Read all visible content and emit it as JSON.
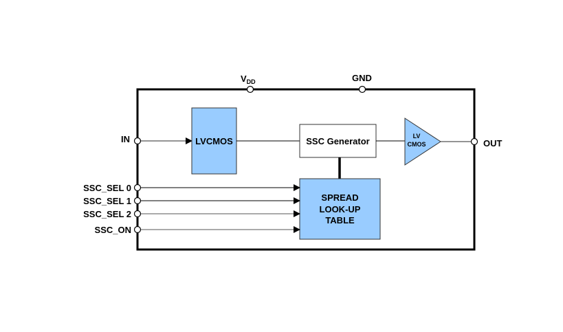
{
  "diagram": {
    "pins": {
      "vdd": {
        "main": "V",
        "sub": "DD"
      },
      "gnd": "GND",
      "in": "IN",
      "out": "OUT",
      "ssc_sel_0": "SSC_SEL 0",
      "ssc_sel_1": "SSC_SEL 1",
      "ssc_sel_2": "SSC_SEL 2",
      "ssc_on": "SSC_ON"
    },
    "blocks": {
      "lvcmos_input": "LVCMOS",
      "ssc_generator": "SSC Generator",
      "lvcmos_output": {
        "line1": "LV",
        "line2": "CMOS"
      },
      "spread_table": {
        "line1": "SPREAD",
        "line2": "LOOK-UP",
        "line3": "TABLE"
      }
    },
    "colors": {
      "block_fill": "#99ccff",
      "block_stroke": "#333333",
      "line": "#000000"
    }
  }
}
